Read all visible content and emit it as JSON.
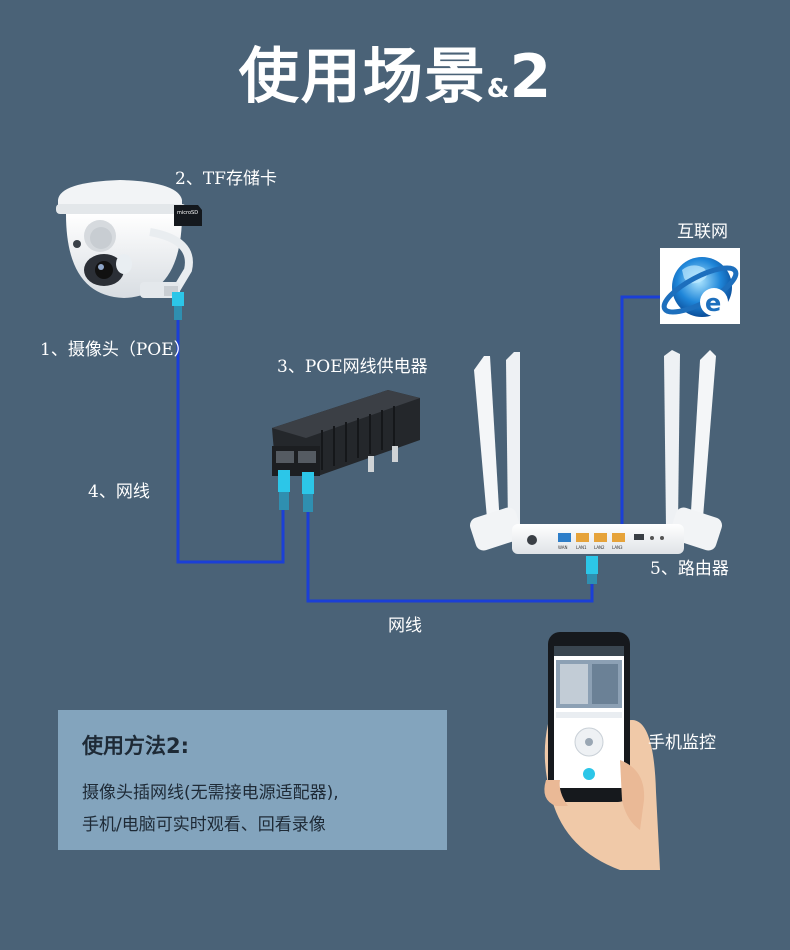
{
  "title": {
    "main": "使用场景",
    "amp": "&",
    "num": "2"
  },
  "labels": {
    "tf_card": "2、TF存储卡",
    "camera": "1、摄像头（POE）",
    "poe_injector": "3、POE网线供电器",
    "internet": "互联网",
    "cable_left": "4、网线",
    "router": "5、路由器",
    "cable_bottom": "网线",
    "phone": "手机监控"
  },
  "method": {
    "title": "使用方法2:",
    "line1": "摄像头插网线(无需接电源适配器),",
    "line2": "手机/电脑可实时观看、回看录像"
  },
  "tf_card_text": "microSD",
  "router_ports": [
    "WAN",
    "LAN1",
    "LAN2",
    "LAN3"
  ],
  "colors": {
    "background": "#4a6277",
    "cable": "#1b3fd6",
    "method_box": "#83a4bd",
    "connector": "#2cc6e8"
  },
  "icons": [
    "dome-camera-icon",
    "tf-card-icon",
    "poe-injector-icon",
    "router-icon",
    "internet-explorer-icon",
    "smartphone-icon"
  ]
}
